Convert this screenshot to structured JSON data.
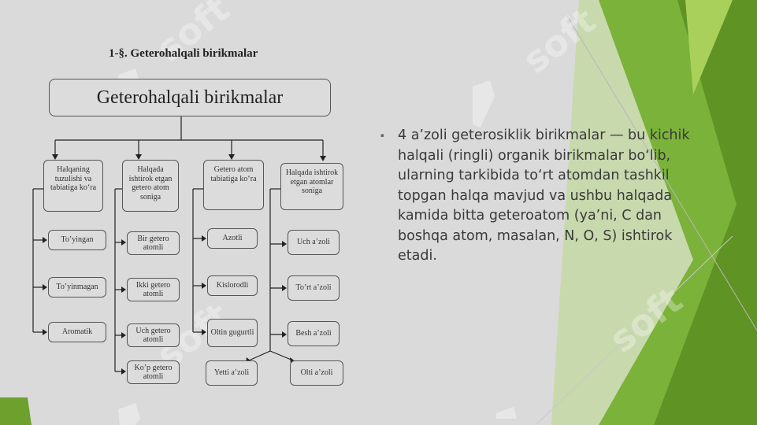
{
  "diagram": {
    "title": "1-§. Geterohalqali birikmalar",
    "main_node": "Geterohalqali birikmalar",
    "categories": [
      {
        "label": "Halqaning tuzulishi va tabiatiga ko‘ra",
        "items": [
          "To’yingan",
          "To’yinmagan",
          "Aromatik"
        ]
      },
      {
        "label": "Halqada ishtirok etgan getero atom soniga",
        "items": [
          "Bir getero atomli",
          "Ikki getero atomli",
          "Uch getero atomli",
          "Ko’p getero atomli"
        ]
      },
      {
        "label": "Getero atom tabiatiga ko‘ra",
        "items": [
          "Azotli",
          "Kislorodli",
          "Oltin gugurtli"
        ]
      },
      {
        "label": "Halqada ishtirok etgan atomlar soniga",
        "items": [
          "Uch a’zoli",
          "To’rt a’zoli",
          "Besh a’zoli",
          "Olti a’zoli",
          "Yetti a’zoli"
        ]
      }
    ]
  },
  "body_text": "4 a’zoli geterosiklik birikmalar — bu kichik halqali (ringli) organik birikmalar bo‘lib, ularning tarkibida to‘rt atomdan tashkil topgan halqa mavjud va ushbu halqada kamida bitta geteroatom (ya’ni, C dan boshqa atom, masalan, N, O, S) ishtirok etadi.",
  "watermark": "soft",
  "colors": {
    "background": "#dadada",
    "green_dark": "#5f9323",
    "green_mid": "#7bb23a",
    "green_light": "#a8d05a",
    "box_border": "#555555"
  }
}
